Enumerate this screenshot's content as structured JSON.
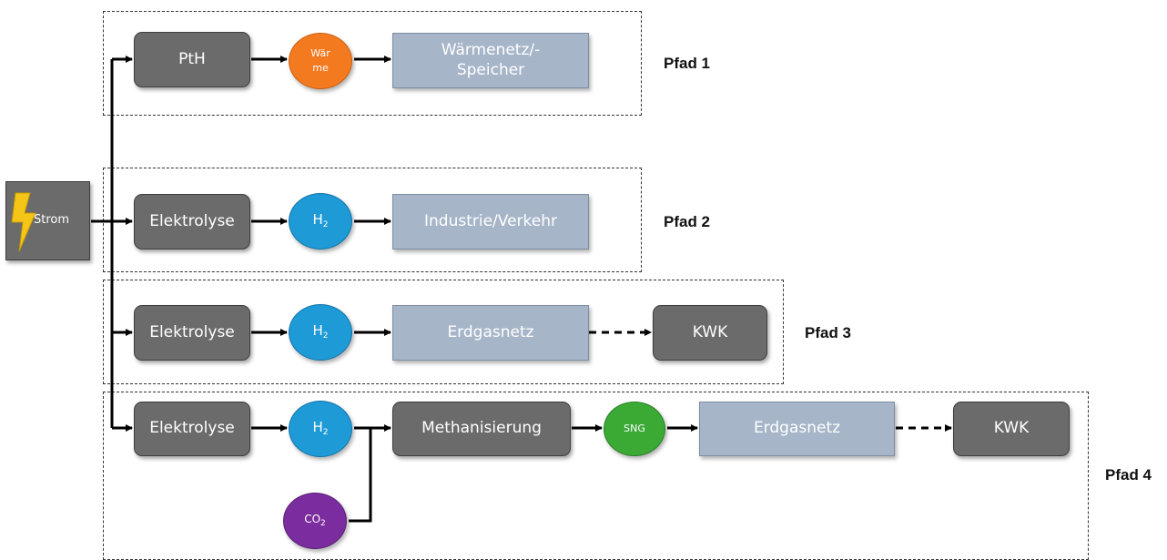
{
  "source": {
    "label": "Strom"
  },
  "paths": [
    {
      "label": "Pfad 1",
      "converter": "PtH",
      "carrier": "Wär me",
      "sink": "Wärmenetz/- Speicher"
    },
    {
      "label": "Pfad 2",
      "converter": "Elektrolyse",
      "carrier": "H",
      "carrier_sub": "2",
      "sink": "Industrie/Verkehr"
    },
    {
      "label": "Pfad 3",
      "converter": "Elektrolyse",
      "carrier": "H",
      "carrier_sub": "2",
      "sink": "Erdgasnetz",
      "end": "KWK"
    },
    {
      "label": "Pfad 4",
      "converter": "Elektrolyse",
      "carrier": "H",
      "carrier_sub": "2",
      "co2": "CO",
      "co2_sub": "2",
      "methanation": "Methanisierung",
      "sng": "SNG",
      "sink": "Erdgasnetz",
      "end": "KWK"
    }
  ],
  "colors": {
    "process": "#6b6b6b",
    "sink": "#a7b5c9",
    "heat": "#f47a20",
    "hydrogen": "#1e9ad6",
    "sng": "#3aaa35",
    "co2": "#7b2c9e",
    "lightning": "#f5c518"
  }
}
